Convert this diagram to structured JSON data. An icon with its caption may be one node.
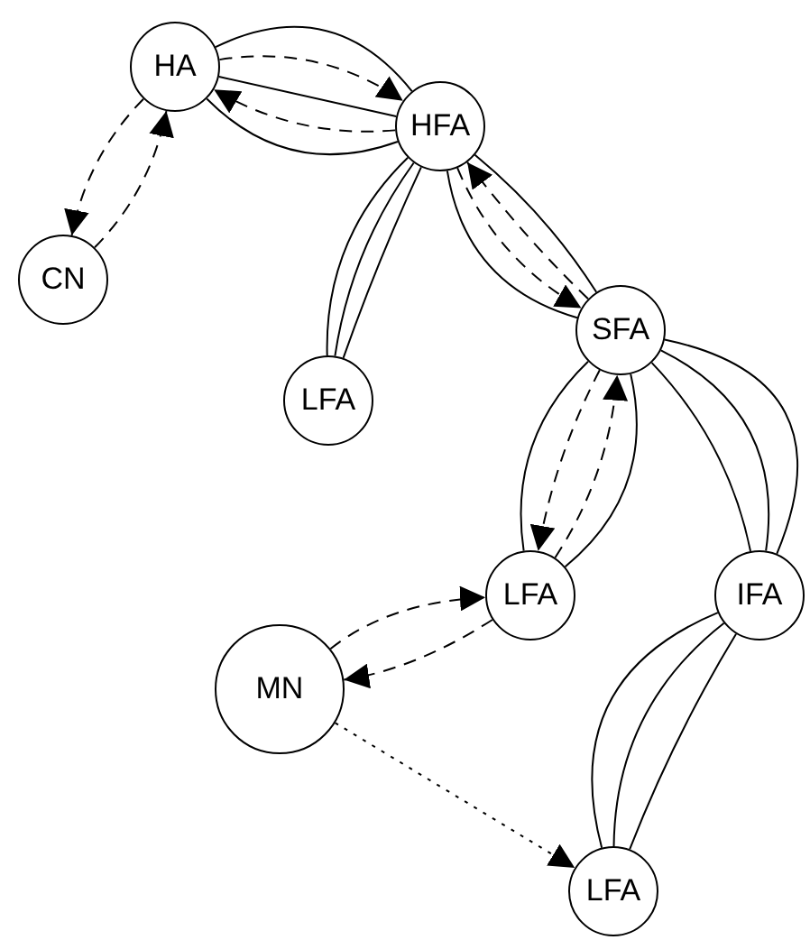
{
  "diagram": {
    "nodes": [
      {
        "text": [
          "HA"
        ]
      },
      {
        "text": [
          "HFA"
        ]
      },
      {
        "text": [
          "CN"
        ]
      },
      {
        "text": [
          "LFA"
        ]
      },
      {
        "text": [
          "SFA"
        ]
      },
      {
        "text": [
          "LFA"
        ]
      },
      {
        "text": [
          "IFA"
        ]
      },
      {
        "text": [
          "MN"
        ]
      },
      {
        "text": [
          "LFA"
        ]
      }
    ],
    "edges": [
      {
        "from": 0,
        "to": 1,
        "arrow": "none"
      },
      {
        "from": 0,
        "to": 1,
        "arrow": "to",
        "style": "dashed"
      },
      {
        "from": 0,
        "to": 1,
        "arrow": "none"
      },
      {
        "from": 1,
        "to": 0,
        "arrow": "to",
        "style": "dashed"
      },
      {
        "from": 0,
        "to": 1,
        "arrow": "none"
      },
      {
        "from": 0,
        "to": 2,
        "arrow": "to",
        "style": "dashed"
      },
      {
        "from": 2,
        "to": 0,
        "arrow": "to",
        "style": "dashed"
      },
      {
        "from": 1,
        "to": 3,
        "arrow": "none"
      },
      {
        "from": 1,
        "to": 3,
        "arrow": "none"
      },
      {
        "from": 1,
        "to": 3,
        "arrow": "none"
      },
      {
        "from": 1,
        "to": 4,
        "arrow": "none"
      },
      {
        "from": 1,
        "to": 4,
        "arrow": "to",
        "style": "dashed"
      },
      {
        "from": 4,
        "to": 1,
        "arrow": "to",
        "style": "dashed"
      },
      {
        "from": 1,
        "to": 4,
        "arrow": "none"
      },
      {
        "from": 4,
        "to": 5,
        "arrow": "none"
      },
      {
        "from": 5,
        "to": 4,
        "arrow": "to",
        "style": "dashed"
      },
      {
        "from": 4,
        "to": 5,
        "arrow": "to",
        "style": "dashed"
      },
      {
        "from": 4,
        "to": 5,
        "arrow": "none"
      },
      {
        "from": 4,
        "to": 6,
        "arrow": "none"
      },
      {
        "from": 4,
        "to": 6,
        "arrow": "none"
      },
      {
        "from": 4,
        "to": 6,
        "arrow": "none"
      },
      {
        "from": 6,
        "to": 8,
        "arrow": "none"
      },
      {
        "from": 6,
        "to": 8,
        "arrow": "none"
      },
      {
        "from": 6,
        "to": 8,
        "arrow": "none"
      },
      {
        "from": 7,
        "to": 5,
        "arrow": "to",
        "style": "dashed"
      },
      {
        "from": 5,
        "to": 7,
        "arrow": "to",
        "style": "dashed"
      },
      {
        "from": 7,
        "to": 8,
        "arrow": "to",
        "style": "dashed"
      }
    ]
  }
}
